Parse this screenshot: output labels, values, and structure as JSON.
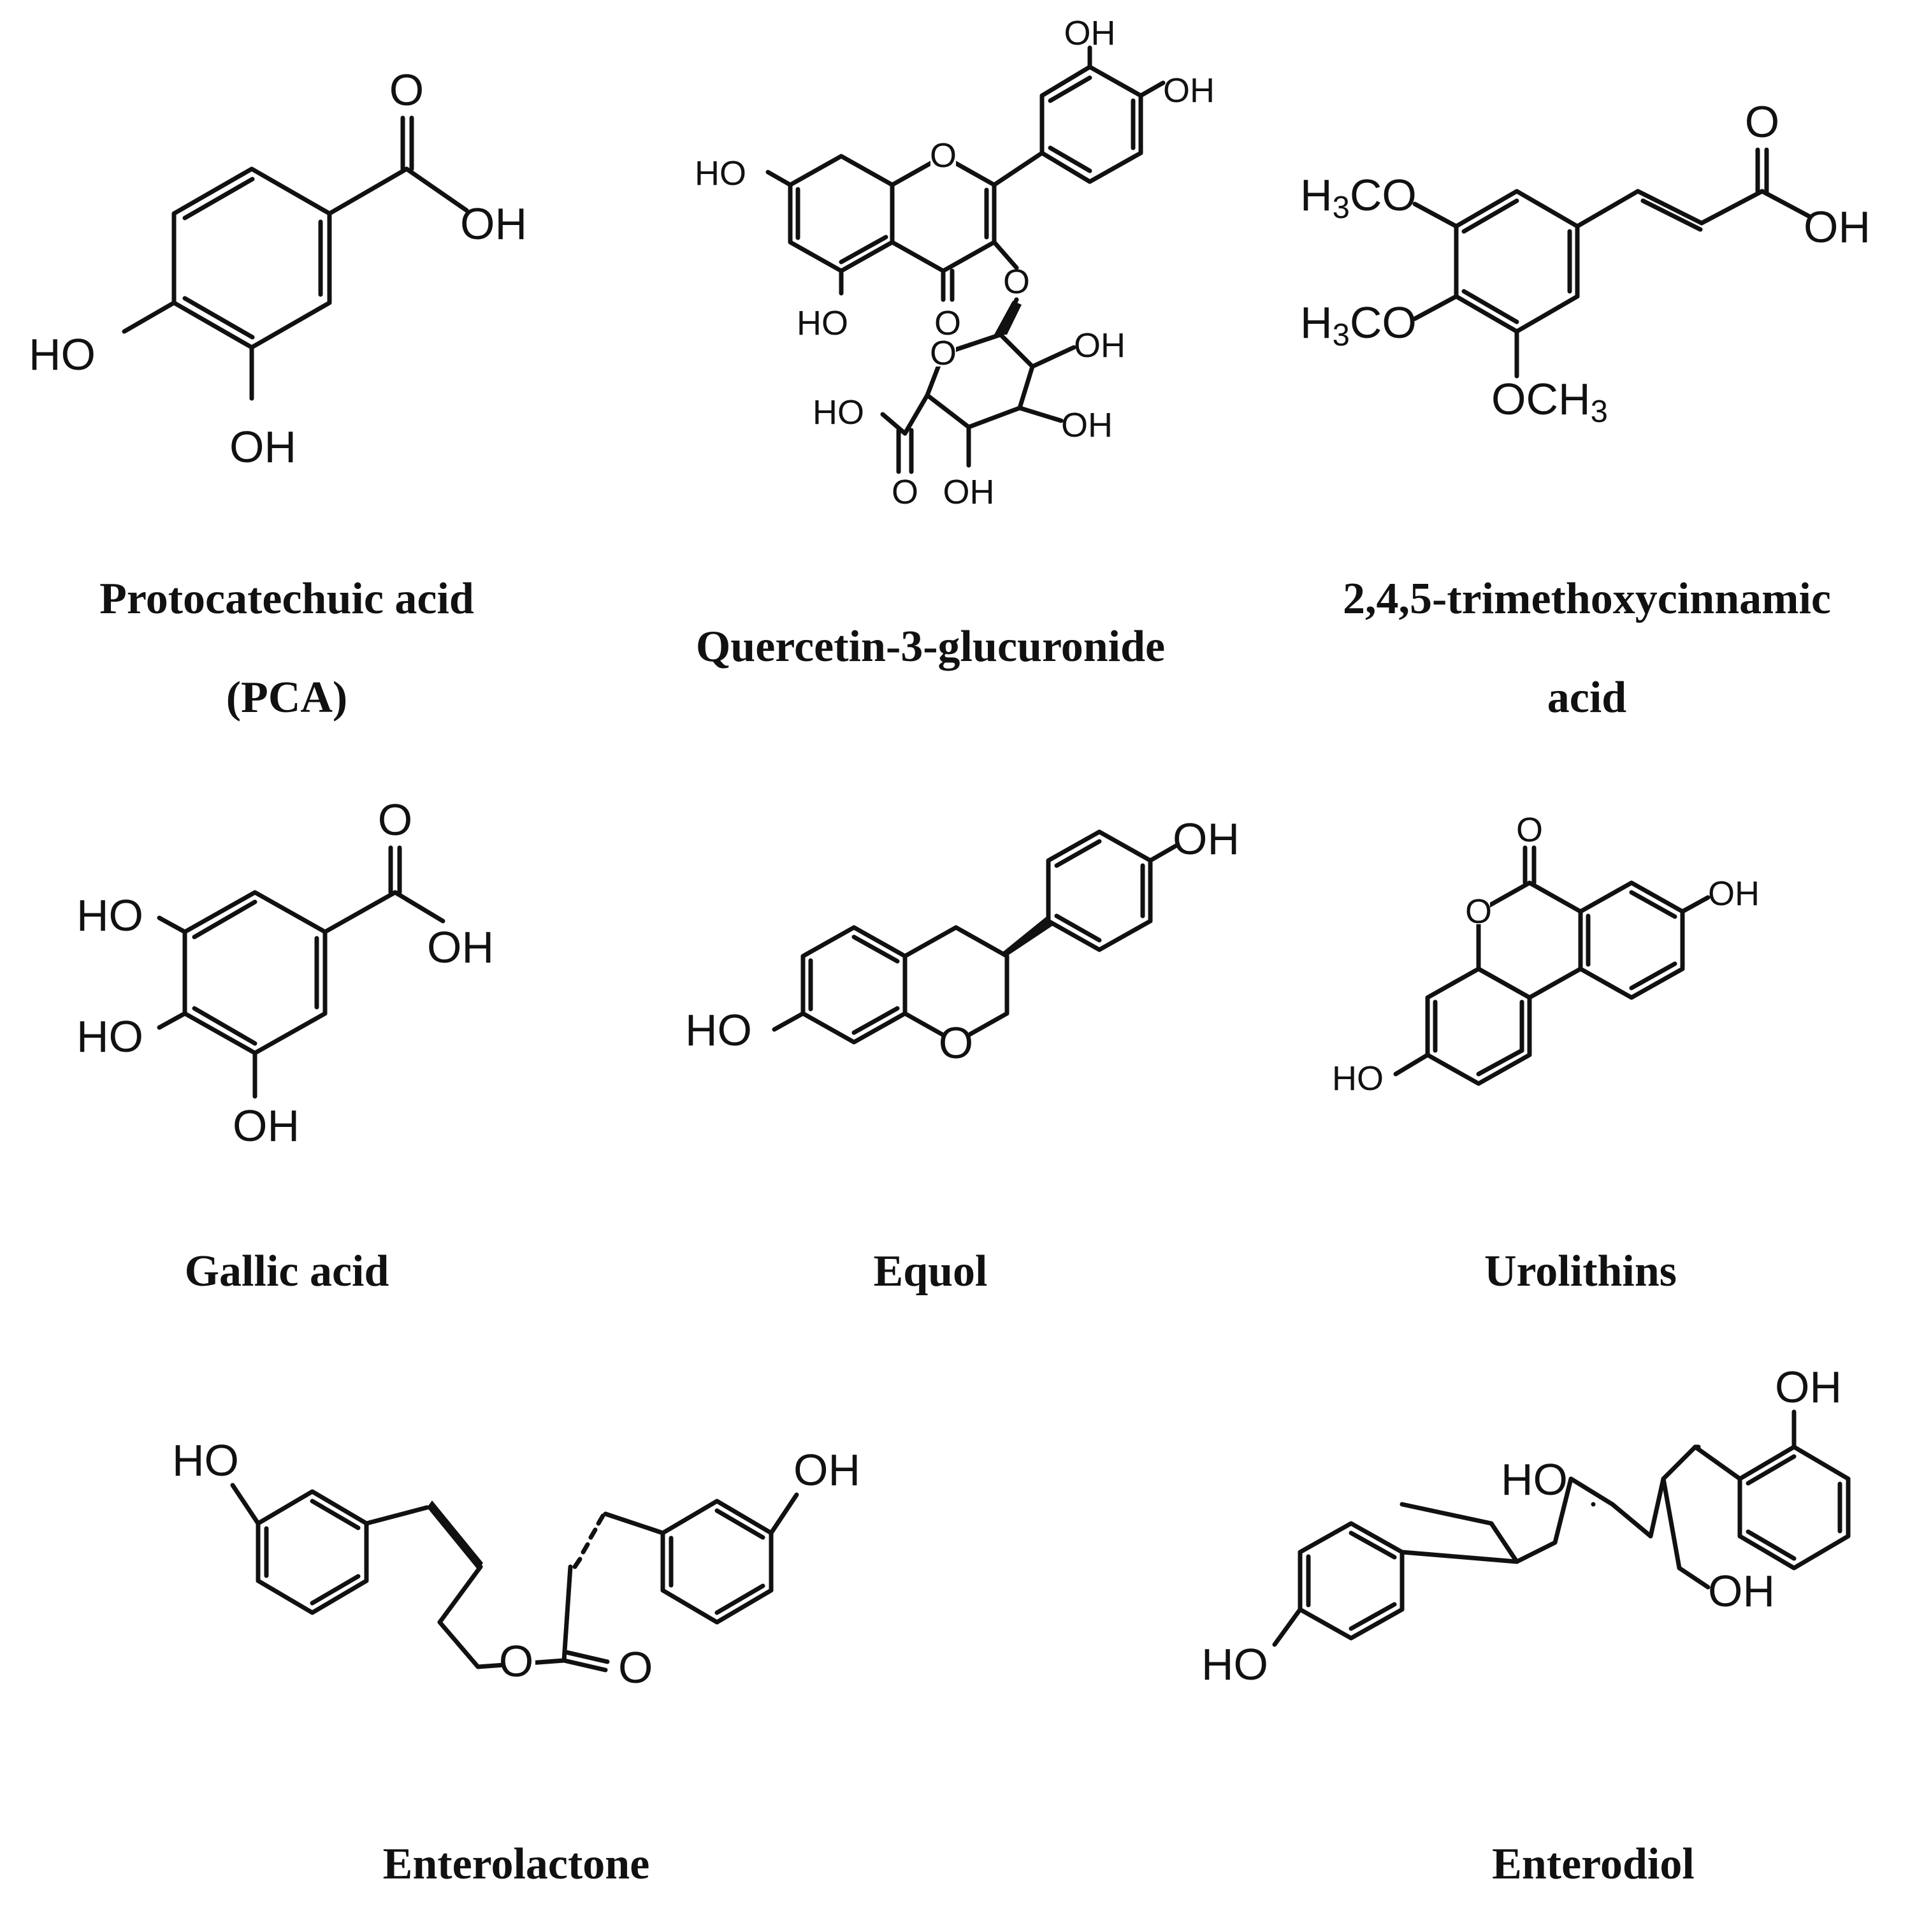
{
  "figure": {
    "compounds": [
      {
        "id": "pca",
        "name_line1": "Protocatechuic acid",
        "name_line2": "(PCA)",
        "atoms": {
          "o_carbonyl": "O",
          "oh_acid": "OH",
          "ho_left": "HO",
          "oh_bottom": "OH"
        }
      },
      {
        "id": "q3g",
        "name_line1": "Quercetin-3-glucuronide",
        "atoms": {
          "oh_top": "OH",
          "oh_right": "OH",
          "ho_left": "HO",
          "o_ring": "O",
          "ho_5": "HO",
          "o_keto": "O",
          "o_link": "O",
          "o_sugar": "O",
          "oh_2": "OH",
          "ho_acid": "HO",
          "oh_3": "OH",
          "o_acid": "O",
          "oh_4": "OH"
        }
      },
      {
        "id": "tmca",
        "name_line1": "2,4,5-trimethoxycinnamic",
        "name_line2": "acid",
        "atoms": {
          "h3co_1": "H3CO",
          "h3co_2": "H3CO",
          "och3": "OCH3",
          "o_carbonyl": "O",
          "oh_acid": "OH"
        }
      },
      {
        "id": "gallic",
        "name_line1": "Gallic acid",
        "atoms": {
          "ho_1": "HO",
          "ho_2": "HO",
          "oh_bottom": "OH",
          "o_carbonyl": "O",
          "oh_acid": "OH"
        }
      },
      {
        "id": "equol",
        "name_line1": "Equol",
        "atoms": {
          "oh_top": "OH",
          "ho_left": "HO",
          "o_ring": "O"
        }
      },
      {
        "id": "urolithins",
        "name_line1": "Urolithins",
        "atoms": {
          "o_carbonyl": "O",
          "o_ring": "O",
          "oh_right": "OH",
          "ho_left": "HO"
        }
      },
      {
        "id": "enterolactone",
        "name_line1": "Enterolactone",
        "atoms": {
          "ho_left": "HO",
          "oh_right": "OH",
          "o_carbonyl": "O",
          "o_ring": "O"
        }
      },
      {
        "id": "enterodiol",
        "name_line1": "Enterodiol",
        "atoms": {
          "oh_top": "OH",
          "ho_ch2": "HO",
          "oh_ch2": "OH",
          "ho_bottom": "HO"
        }
      }
    ]
  }
}
